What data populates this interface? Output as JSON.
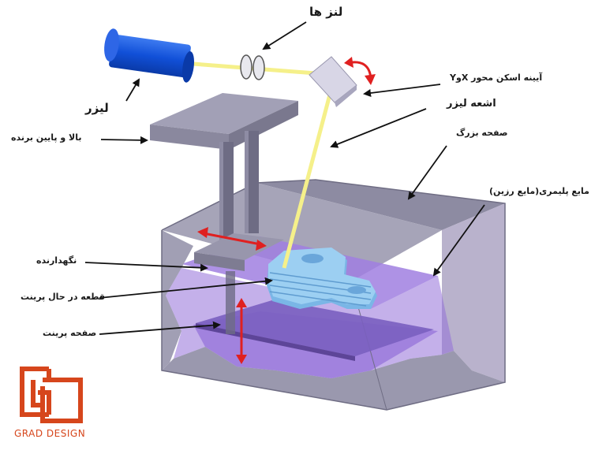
{
  "labels": {
    "lenses": "لنز ها",
    "laser": "لیزر",
    "mirror": "آیینه اسکن محور XوY",
    "laser_beam": "اشعه لیزر",
    "elevator": "بالا و پایین برنده",
    "large_plate": "صفحه بزرگ",
    "resin": "مایع پلیمری(مایع رزین)",
    "holder": "نگهدارنده",
    "printing_part": "قطعه در حال پرینت",
    "print_plate": "صفحه پرینت"
  },
  "logo": {
    "text": "GRAD DESIGN"
  },
  "colors": {
    "laser_body": "#1150d8",
    "beam": "#f5f08a",
    "tank": "#9a98ae",
    "resin": "#9f7fe0",
    "part": "#8fc6ee",
    "arrow_red": "#e02020",
    "logo": "#d6461c"
  }
}
